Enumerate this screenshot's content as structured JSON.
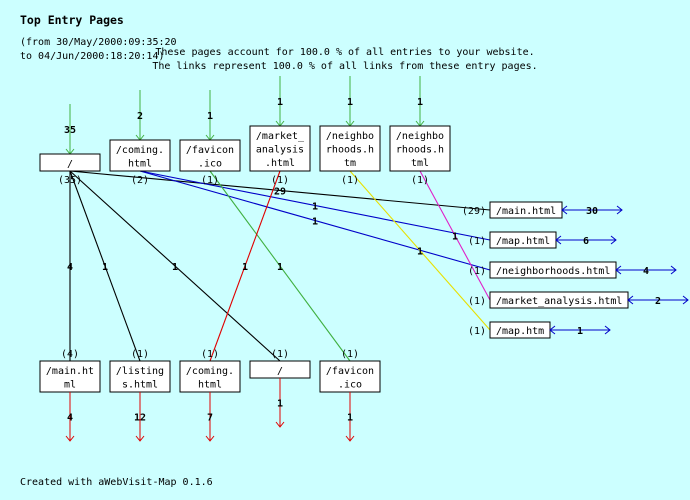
{
  "header": {
    "title": "Top Entry Pages",
    "period_from": "(from 30/May/2000:09:35:20",
    "period_to": "to 04/Jun/2000:18:20:14)",
    "summary_entries": "These pages account for 100.0 % of all entries to your website.",
    "summary_links": "The links represent 100.0 % of all links from these entry pages."
  },
  "colors": {
    "background": "#ccffff",
    "entry_arrow": "#40b040",
    "exit_arrow": "#e00000",
    "continue_arrow": "#0000c8"
  },
  "entry_pages": [
    {
      "page": "/",
      "entries": "35",
      "visits": "35"
    },
    {
      "page": "/coming.html",
      "entries": "2",
      "visits": "2"
    },
    {
      "page": "/favicon.ico",
      "entries": "1",
      "visits": "1"
    },
    {
      "page": "/market_analysis.html",
      "entries": "1",
      "visits": "1"
    },
    {
      "page": "/neighborhoods.htm",
      "entries": "1",
      "visits": "1"
    },
    {
      "page": "/neighborhoods.html",
      "entries": "1",
      "visits": "1"
    }
  ],
  "next_pages_bottom": [
    {
      "page": "/main.html",
      "visits": "4",
      "exits": "4"
    },
    {
      "page": "/listings.html",
      "visits": "1",
      "exits": "12"
    },
    {
      "page": "/coming.html",
      "visits": "1",
      "exits": "7"
    },
    {
      "page": "/",
      "visits": "1",
      "exits": "1"
    },
    {
      "page": "/favicon.ico",
      "visits": "1",
      "exits": "1"
    }
  ],
  "next_pages_side": [
    {
      "page": "/main.html",
      "visits": "29",
      "onward": "30"
    },
    {
      "page": "/map.html",
      "visits": "1",
      "onward": "6"
    },
    {
      "page": "/neighborhoods.html",
      "visits": "1",
      "onward": "4"
    },
    {
      "page": "/market_analysis.html",
      "visits": "1",
      "onward": "2"
    },
    {
      "page": "/map.htm",
      "visits": "1",
      "onward": "1"
    }
  ],
  "links": [
    {
      "from": "entry.0",
      "to": "bottom.0",
      "count": "4",
      "color": "#000000"
    },
    {
      "from": "entry.0",
      "to": "bottom.1",
      "count": "1",
      "color": "#000000"
    },
    {
      "from": "entry.0",
      "to": "bottom.3",
      "count": "1",
      "color": "#000000"
    },
    {
      "from": "entry.0",
      "to": "side.0",
      "count": "29",
      "color": "#000000"
    },
    {
      "from": "entry.1",
      "to": "side.1",
      "count": "1",
      "color": "#0000c8"
    },
    {
      "from": "entry.1",
      "to": "side.2",
      "count": "1",
      "color": "#0000c8"
    },
    {
      "from": "entry.2",
      "to": "bottom.4",
      "count": "1",
      "color": "#40b040"
    },
    {
      "from": "entry.3",
      "to": "bottom.2",
      "count": "1",
      "color": "#e00000"
    },
    {
      "from": "entry.4",
      "to": "side.4",
      "count": "1",
      "color": "#e8e000"
    },
    {
      "from": "entry.5",
      "to": "side.3",
      "count": "1",
      "color": "#e020c8"
    }
  ],
  "footer": "Created with aWebVisit-Map 0.1.6"
}
